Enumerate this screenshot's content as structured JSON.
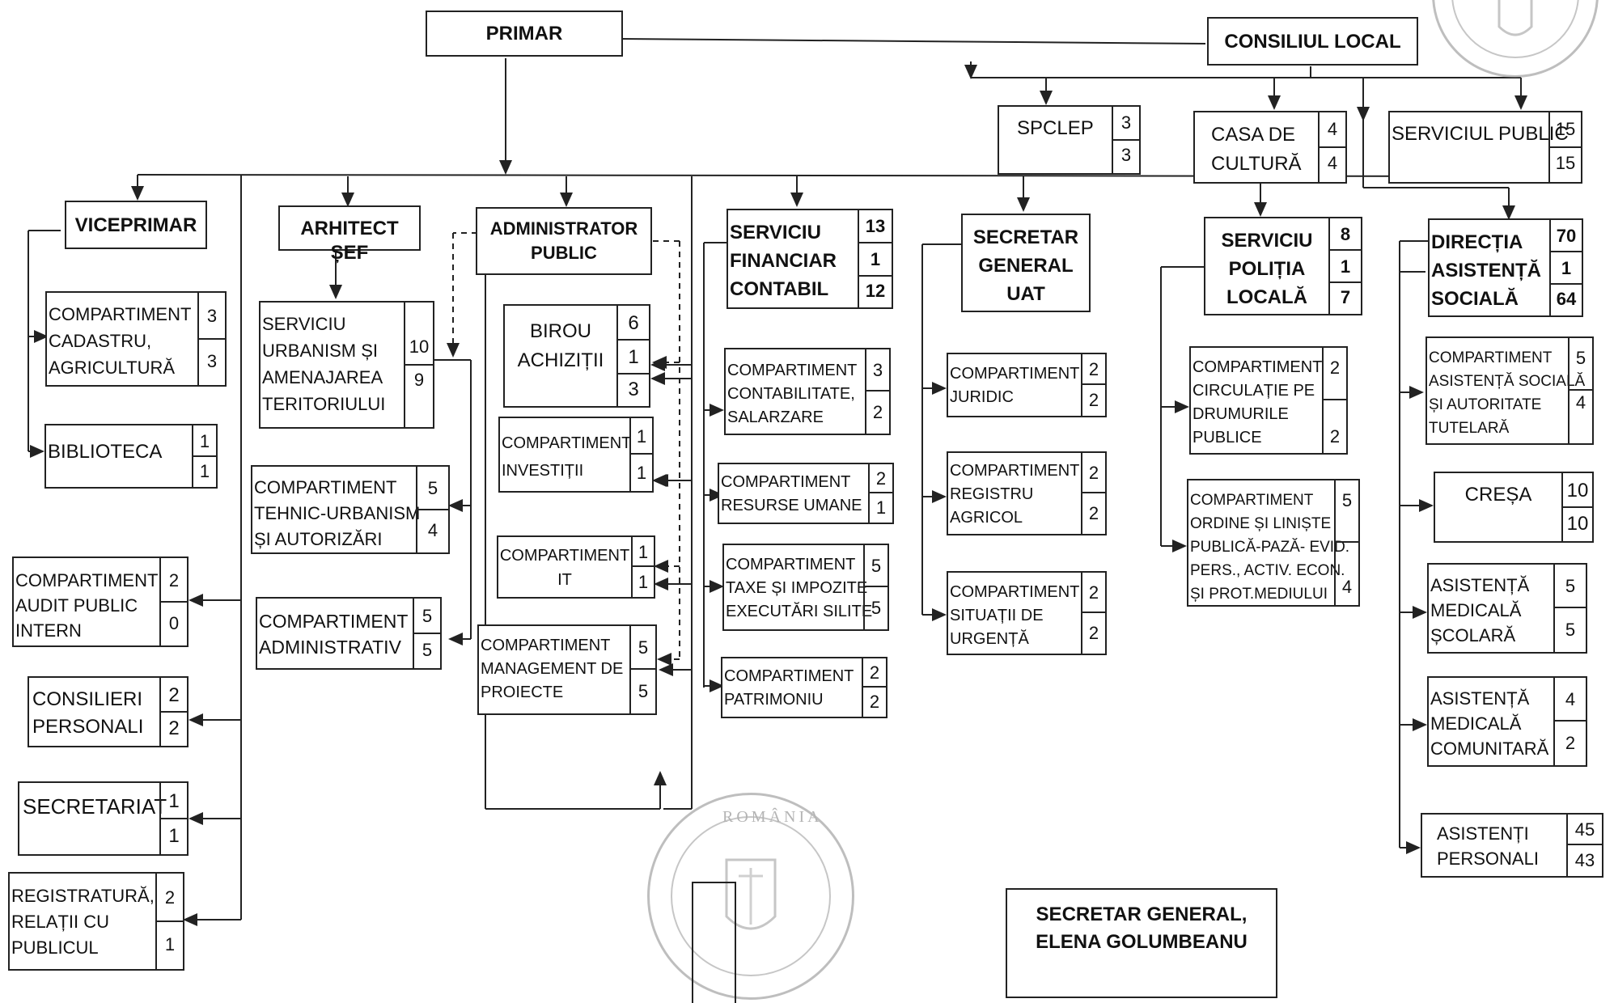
{
  "boxes": {
    "primar": "PRIMAR",
    "consiliul_local": "CONSILIUL LOCAL",
    "spclep": {
      "label": "SPCLEP",
      "n1": "3",
      "n2": "3"
    },
    "casa_de_cultura": {
      "label": "CASA DE\nCULTURĂ",
      "n1": "4",
      "n2": "4"
    },
    "serviciul_public": {
      "label": "SERVICIUL PUBLIC",
      "n1": "15",
      "n2": "15"
    },
    "viceprimar": "VICEPRIMAR",
    "arhitect_sef": "ARHITECT ȘEF",
    "administrator_public": "ADMINISTRATOR\nPUBLIC",
    "serviciu_financiar": {
      "label": "SERVICIU\nFINANCIAR\nCONTABIL",
      "n1": "13",
      "n2": "1",
      "n3": "12"
    },
    "secretar_general_uat": "SECRETAR\nGENERAL\nUAT",
    "politia_locala": {
      "label": "SERVICIU\nPOLIȚIA\nLOCALĂ",
      "n1": "8",
      "n2": "1",
      "n3": "7"
    },
    "directia_asistenta": {
      "label": "DIRECȚIA\nASISTENȚĂ\nSOCIALĂ",
      "n1": "70",
      "n2": "1",
      "n3": "64"
    },
    "cadastru": {
      "label": "COMPARTIMENT\nCADASTRU,\nAGRICULTURĂ",
      "n1": "3",
      "n2": "3"
    },
    "biblioteca": {
      "label": "BIBLIOTECA",
      "n1": "1",
      "n2": "1"
    },
    "audit": {
      "label": "COMPARTIMENT\nAUDIT PUBLIC\nINTERN",
      "n1": "2",
      "n2": "0"
    },
    "consilieri": {
      "label": "CONSILIERI\nPERSONALI",
      "n1": "2",
      "n2": "2"
    },
    "secretariat": {
      "label": "SECRETARIAT",
      "n1": "1",
      "n2": "1"
    },
    "registratura": {
      "label": "REGISTRATURĂ,\nRELAȚII CU\nPUBLICUL",
      "n1": "2",
      "n2": "1"
    },
    "urbanism": {
      "label": "SERVICIU\nURBANISM ȘI\nAMENAJAREA\nTERITORIULUI",
      "n1": "10",
      "n2": "9"
    },
    "tehnic_urbanism": {
      "label": "COMPARTIMENT\nTEHNIC-URBANISM\nȘI AUTORIZĂRI",
      "n1": "5",
      "n2": "4"
    },
    "administrativ": {
      "label": "COMPARTIMENT\nADMINISTRATIV",
      "n1": "5",
      "n2": "5"
    },
    "birou_achizitii": {
      "label": "BIROU\nACHIZIȚII",
      "n1": "6",
      "n2": "1",
      "n3": "3"
    },
    "investitii": {
      "label": "COMPARTIMENT\nINVESTIȚII",
      "n1": "1",
      "n2": "1"
    },
    "it": {
      "label": "COMPARTIMENT\nIT",
      "n1": "1",
      "n2": "1"
    },
    "management_proiecte": {
      "label": "COMPARTIMENT\nMANAGEMENT DE\nPROIECTE",
      "n1": "5",
      "n2": "5"
    },
    "contabilitate": {
      "label": "COMPARTIMENT\nCONTABILITATE,\nSALARZARE",
      "n1": "3",
      "n2": "2"
    },
    "resurse_umane": {
      "label": "COMPARTIMENT\nRESURSE UMANE",
      "n1": "2",
      "n2": "1"
    },
    "taxe_impozite": {
      "label": "COMPARTIMENT\nTAXE ȘI IMPOZITE\nEXECUTĂRI SILITE",
      "n1": "5",
      "n2": "5"
    },
    "patrimoniu": {
      "label": "COMPARTIMENT\nPATRIMONIU",
      "n1": "2",
      "n2": "2"
    },
    "juridic": {
      "label": "COMPARTIMENT\nJURIDIC",
      "n1": "2",
      "n2": "2"
    },
    "registru_agricol": {
      "label": "COMPARTIMENT\nREGISTRU\nAGRICOL",
      "n1": "2",
      "n2": "2"
    },
    "situatii_urgenta": {
      "label": "COMPARTIMENT\nSITUAȚII DE\nURGENȚĂ",
      "n1": "2",
      "n2": "2"
    },
    "circulatie": {
      "label": "COMPARTIMENT\nCIRCULAȚIE PE\nDRUMURILE\nPUBLICE",
      "n1": "2",
      "n2": "2"
    },
    "ordine_publica": {
      "label": "COMPARTIMENT\nORDINE ȘI LINIȘTE\nPUBLICĂ-PAZĂ- EVID.\nPERS., ACTIV. ECON.\nȘI PROT.MEDIULUI",
      "n1": "5",
      "n2": "4"
    },
    "asistenta_sociala_tutelara": {
      "label": "COMPARTIMENT\nASISTENȚĂ SOCIALĂ\nȘI AUTORITATE\nTUTELARĂ",
      "n1": "5",
      "n2": "4"
    },
    "cresa": {
      "label": "CREȘA",
      "n1": "10",
      "n2": "10"
    },
    "medicala_scolara": {
      "label": "ASISTENȚĂ\nMEDICALĂ\nȘCOLARĂ",
      "n1": "5",
      "n2": "5"
    },
    "medicala_comunitara": {
      "label": "ASISTENȚĂ\nMEDICALĂ\nCOMUNITARĂ",
      "n1": "4",
      "n2": "2"
    },
    "asistenti_personali": {
      "label": "ASISTENȚI\nPERSONALI",
      "n1": "45",
      "n2": "43"
    }
  },
  "signature": "SECRETAR GENERAL,\nELENA GOLUMBEANU",
  "stamp_text": "ROMÂNIA",
  "colors": {
    "line": "#222222",
    "stamp": "#8a8a8a"
  }
}
